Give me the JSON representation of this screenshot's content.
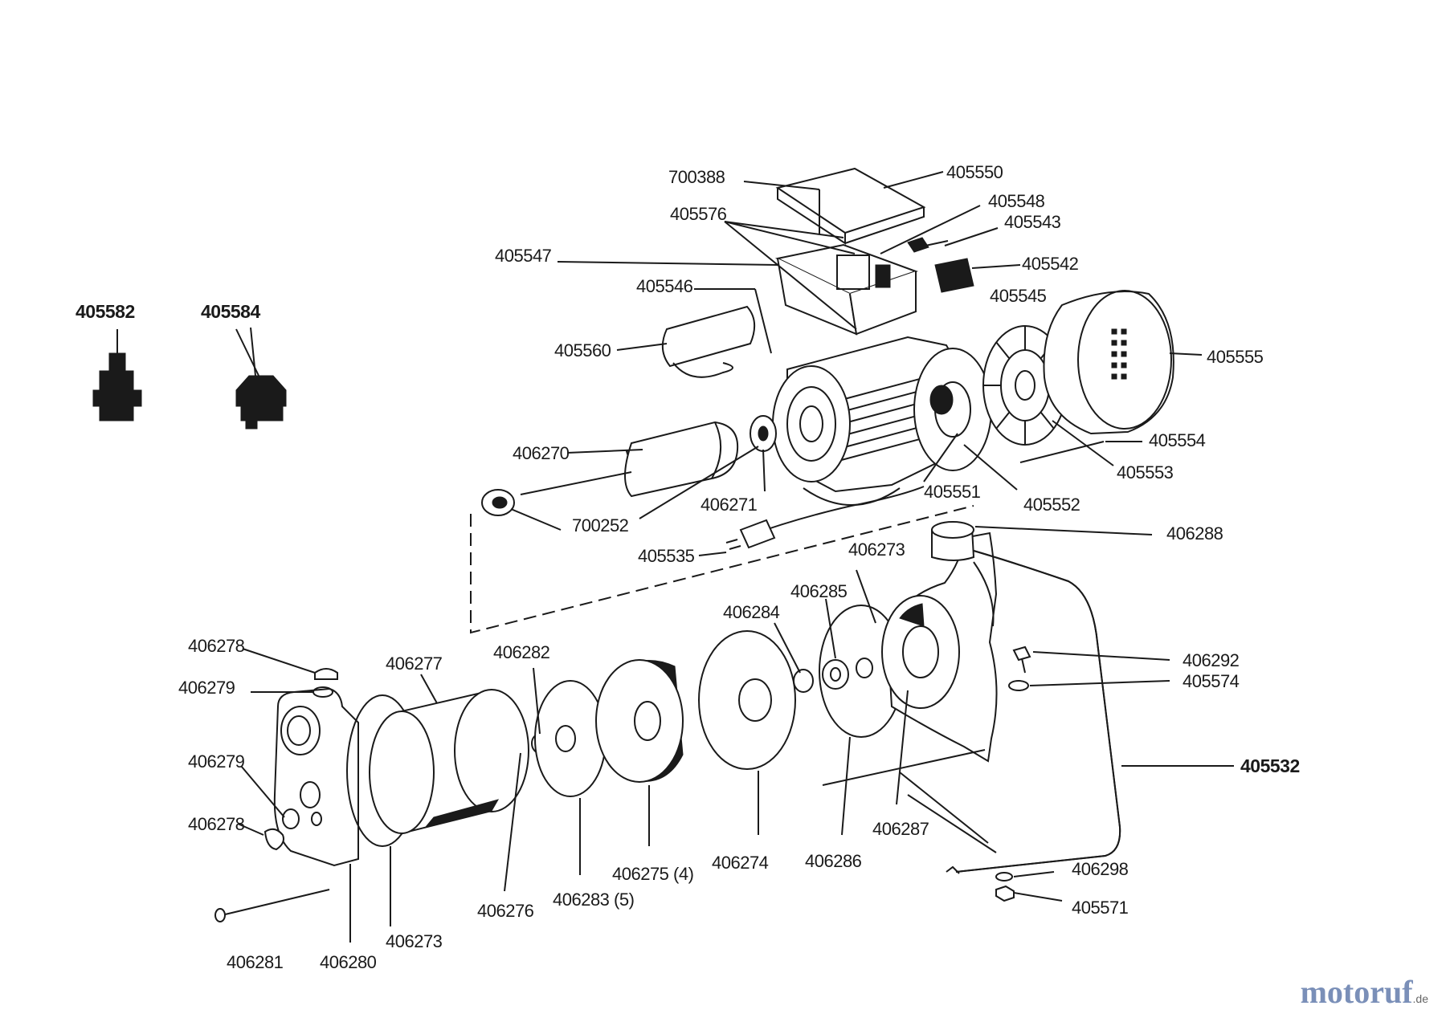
{
  "labels": {
    "p700388": "700388",
    "p405550": "405550",
    "p405548": "405548",
    "p405576": "405576",
    "p405543": "405543",
    "p405547": "405547",
    "p405542": "405542",
    "p405546": "405546",
    "p405545": "405545",
    "p405582": "405582",
    "p405584": "405584",
    "p405560": "405560",
    "p405555": "405555",
    "p406270": "406270",
    "p405554": "405554",
    "p405553": "405553",
    "p406271": "406271",
    "p405551": "405551",
    "p405552": "405552",
    "p700252": "700252",
    "p406288": "406288",
    "p405535": "405535",
    "p406273a": "406273",
    "p406285": "406285",
    "p406284": "406284",
    "p406278a": "406278",
    "p406282": "406282",
    "p406277": "406277",
    "p406292": "406292",
    "p406279a": "406279",
    "p405574": "405574",
    "p405532": "405532",
    "p406279b": "406279",
    "p406278b": "406278",
    "p406287": "406287",
    "p406275": "406275 (4)",
    "p406274": "406274",
    "p406286": "406286",
    "p406298": "406298",
    "p406283": "406283 (5)",
    "p406276": "406276",
    "p405571": "405571",
    "p406273b": "406273",
    "p406281": "406281",
    "p406280": "406280"
  },
  "brand": {
    "name": "motoruf",
    "tld": ".de"
  }
}
